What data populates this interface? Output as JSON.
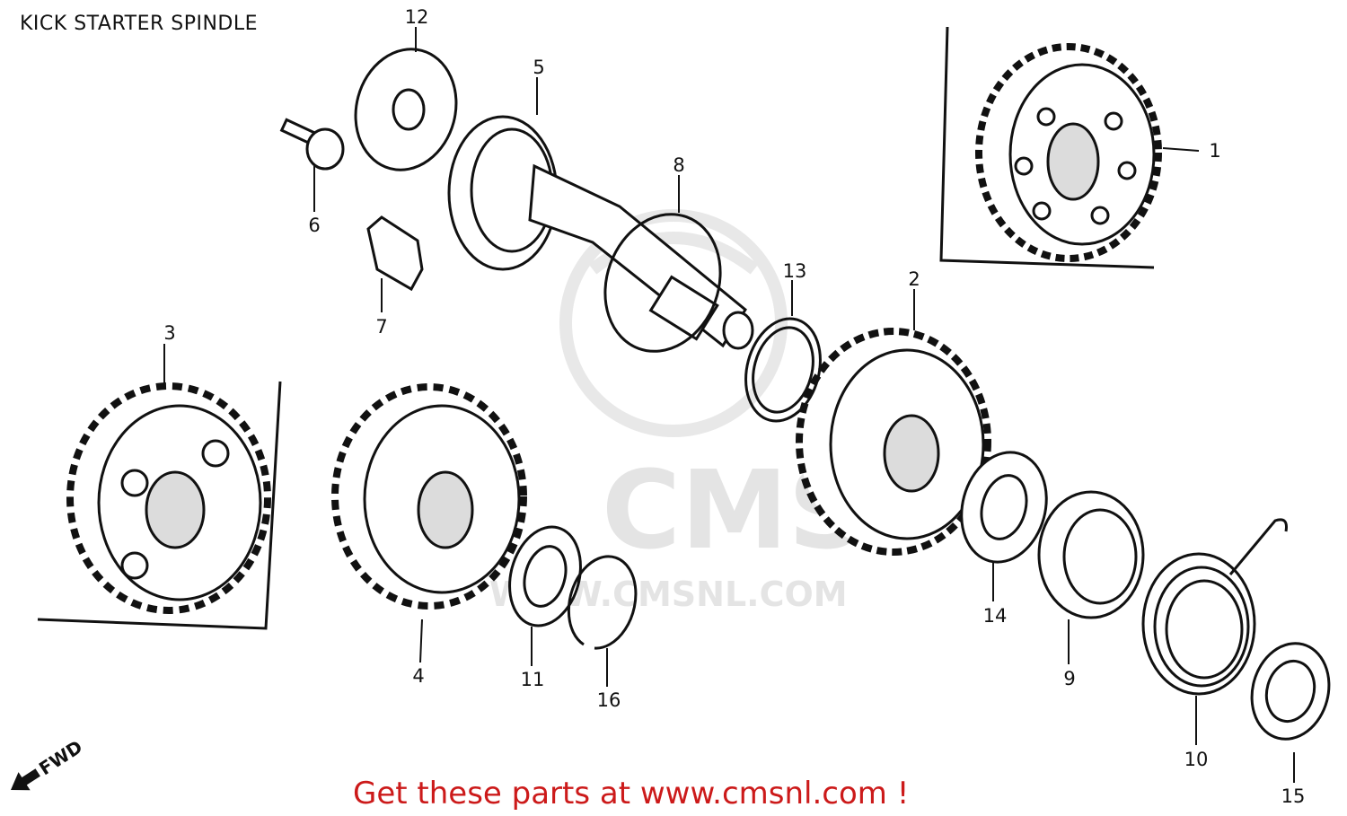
{
  "title": "KICK STARTER SPINDLE",
  "footer": {
    "cta": "Get these parts at www.cmsnl.com !",
    "cta_color": "#cc1a1a"
  },
  "watermark": {
    "brand": "CMS",
    "url": "WWW.CMSNL.COM",
    "color": "#e4e4e4"
  },
  "direction_marker": {
    "label": "FWD",
    "icon": "arrow-left-icon"
  },
  "callouts": [
    "1",
    "2",
    "3",
    "4",
    "5",
    "6",
    "7",
    "8",
    "9",
    "10",
    "11",
    "12",
    "13",
    "14",
    "15",
    "16"
  ],
  "parts_icons": {
    "1": "helical-gear-icon",
    "2": "helical-gear-icon",
    "3": "spur-gear-icon",
    "4": "spur-gear-icon",
    "5": "spindle-icon",
    "6": "bolt-icon",
    "7": "stopper-block-icon",
    "8": "circlip-icon",
    "9": "ratchet-icon",
    "10": "return-spring-icon",
    "11": "washer-icon",
    "12": "washer-icon",
    "13": "washer-icon",
    "14": "washer-icon",
    "15": "washer-icon",
    "16": "circlip-icon"
  }
}
